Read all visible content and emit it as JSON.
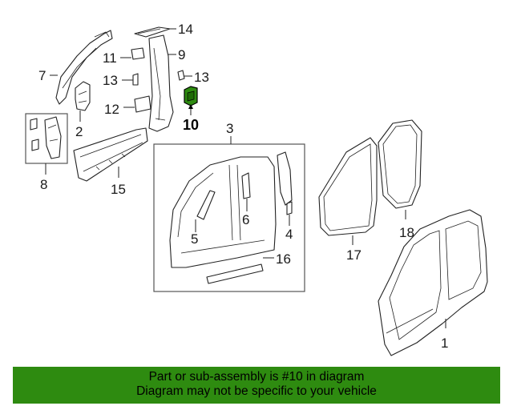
{
  "diagram": {
    "callouts": {
      "c1": "1",
      "c2": "2",
      "c3": "3",
      "c4": "4",
      "c5": "5",
      "c6": "6",
      "c7": "7",
      "c8": "8",
      "c9": "9",
      "c10": "10",
      "c11": "11",
      "c12": "12",
      "c13a": "13",
      "c13b": "13",
      "c14": "14",
      "c15": "15",
      "c16": "16",
      "c17": "17",
      "c18": "18"
    },
    "highlighted_part": "10",
    "highlight_color": "#2e8b10"
  },
  "banner": {
    "line1": "Part or sub-assembly is #10 in diagram",
    "line2": "Diagram may not be specific to your vehicle",
    "background": "#2e8b10"
  }
}
